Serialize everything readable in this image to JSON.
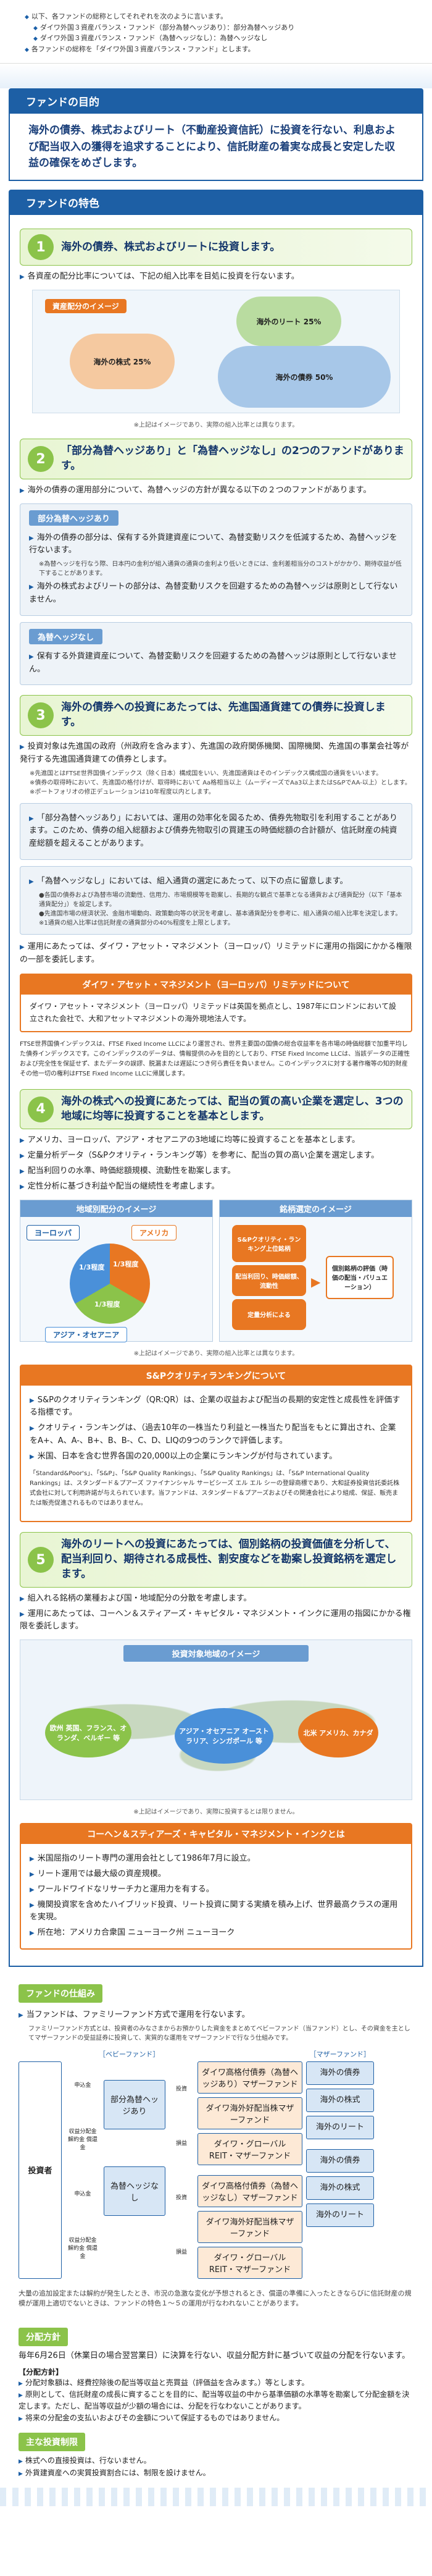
{
  "top_notes": [
    "以下、各ファンドの総称としてそれぞれを次のように言います。",
    "ダイワ外国３資産バランス・ファンド（部分為替ヘッジあり）：部分為替ヘッジあり",
    "ダイワ外国３資産バランス・ファンド（為替ヘッジなし）：為替ヘッジなし",
    "各ファンドの総称を「ダイワ外国３資産バランス・ファンド」とします。"
  ],
  "section_purpose_title": "ファンドの目的",
  "purpose_text": "海外の債券、株式およびリート（不動産投資信託）に投資を行ない、利息および配当収入の獲得を追求することにより、信託財産の着実な成長と安定した収益の確保をめざします。",
  "section_features_title": "ファンドの特色",
  "s1": {
    "num": "1",
    "title": "海外の債券、株式およびリートに投資します。",
    "bullet": "各資産の配分比率については、下記の組入比率を目処に投資を行ないます。",
    "img_tag": "資産配分のイメージ",
    "lbl_reit": "海外のリート 25%",
    "lbl_stock": "海外の株式 25%",
    "lbl_bond": "海外の債券 50%",
    "note": "※上記はイメージであり、実際の組入比率とは異なります。"
  },
  "s2": {
    "num": "2",
    "title": "「部分為替ヘッジあり」と「為替ヘッジなし」の2つのファンドがあります。",
    "bullet": "海外の債券の運用部分について、為替ヘッジの方針が異なる以下の２つのファンドがあります。",
    "box1_title": "部分為替ヘッジあり",
    "box1_b1": "海外の債券の部分は、保有する外貨建資産について、為替変動リスクを低減するため、為替ヘッジを行ないます。",
    "box1_s1": "※為替ヘッジを行なう際、日本円の金利が組入通貨の通貨の金利より低いときには、金利差相当分のコストがかかり、期待収益が低下することがあります。",
    "box1_b2": "海外の株式およびリートの部分は、為替変動リスクを回避するための為替ヘッジは原則として行ないません。",
    "box2_title": "為替ヘッジなし",
    "box2_b1": "保有する外貨建資産について、為替変動リスクを回避するための為替ヘッジは原則として行ないません。"
  },
  "s3": {
    "num": "3",
    "title": "海外の債券への投資にあたっては、先進国通貨建ての債券に投資します。",
    "bullet1": "投資対象は先進国の政府（州政府を含みます）、先進国の政府関係機関、国際機関、先進国の事業会社等が発行する先進国通貨建ての債券とします。",
    "small1": "※先進国とはFTSE世界国債インデックス（除く日本）構成国をいい、先進国通貨はそのインデックス構成国の通貨をいいます。",
    "small2": "※債券の取得時において、先進国の格付けが、取得時において Aa格相当以上（ムーディーズでAa3以上またはS&PでAA-以上）とします。",
    "small3": "※ポートフォリオの修正デュレーションは10年程度以内とします。",
    "bullet2": "「部分為替ヘッジあり」においては、運用の効率化を図るため、債券先物取引を利用することがあります。このため、債券の組入総額および債券先物取引の買建玉の時価総額の合計額が、信託財産の純資産総額を超えることがあります。",
    "bullet3": "「為替ヘッジなし」においては、組入通貨の選定にあたって、以下の点に留意します。",
    "small4": "●各国の債券および為替市場の流動性、信用力、市場規模等を勘案し、長期的な観点で基準となる通貨および通貨配分（以下「基本通貨配分」）を設定します。",
    "small5": "●先進国市場の経済状況、金融市場動向、政策動向等の状況を考慮し、基本通貨配分を参考に、組入通貨の組入比率を決定します。",
    "small6": "※1通貨の組入比率は信託財産の通貨部分の40%程度を上限とします。",
    "bullet4": "運用にあたっては、ダイワ・アセット・マネジメント（ヨーロッパ）リミテッドに運用の指図にかかる権限の一部を委託します。",
    "orange_title": "ダイワ・アセット・マネジメント（ヨーロッパ）リミテッドについて",
    "orange_body": "ダイワ・アセット・マネジメント（ヨーロッパ）リミテッドは英国を拠点とし、1987年にロンドンにおいて設立された会社で、大和アセットマネジメントの海外現地法人です。",
    "fine": "FTSE世界国債インデックスは、FTSE Fixed Income LLCにより運営され、世界主要国の国債の総合収益率を各市場の時価総額で加重平均した債券インデックスです。このインデックスのデータは、情報提供のみを目的としており、FTSE Fixed Income LLCは、当該データの正確性および完全性を保証せず、またデータの誤謬、脱漏または遅延につき何ら責任を負いません。このインデックスに対する著作権等の知的財産その他一切の権利はFTSE Fixed Income LLCに帰属します。"
  },
  "s4": {
    "num": "4",
    "title": "海外の株式への投資にあたっては、配当の質の高い企業を選定し、3つの地域に均等に投資することを基本とします。",
    "bullet1": "アメリカ、ヨーロッパ、アジア・オセアニアの3地域に均等に投資することを基本とします。",
    "bullet2": "定量分析データ（S&Pクオリティ・ランキング等）を参考に、配当の質の高い企業を選定します。",
    "bullet3": "配当利回りの水準、時価総額規模、流動性を勘案します。",
    "bullet4": "定性分析に基づき利益や配当の継続性を考慮します。",
    "img1_title": "地域別配分のイメージ",
    "img2_title": "銘柄選定のイメージ",
    "region_europe": "ヨーロッパ",
    "region_america": "アメリカ",
    "region_asia": "アジア・オセアニア",
    "third": "1/3程度",
    "sel1": "S&Pクオリティ・ランキング上位銘柄",
    "sel2": "配当利回り、時価総額、流動性",
    "sel3": "定量分析による",
    "sel_result": "個別銘柄の評価（時価の配当・バリュエーション）",
    "note": "※上記はイメージであり、実際の組入比率とは異なります。",
    "orange_title": "S&Pクオリティランキングについて",
    "orange_b1": "S&Pのクオリティランキング（QR:QR）は、企業の収益および配当の長期的安定性と成長性を評価する指標です。",
    "orange_b2": "クオリティ・ランキングは、（過去10年の一株当たり利益と一株当たり配当をもとに算出され、企業をA+、A、A-、B+、B、B-、C、D、LIQの9つのランクで評価します。",
    "orange_b3": "米国、日本を含む世界各国の20,000以上の企業にランキングが付与されています。",
    "fine": "「Standard&Poor's」、「S&P」、「S&P Quality Rankings」、「S&P Quality Rankings」は、「S&P International Quality Rankings」は、スタンダード＆プアーズ ファイナンシャル サービシーズ エル エル シーの登録商標であり、大和証券投資信託委託株式会社に対して利用許諾が与えられています。当ファンドは、スタンダード＆プアーズおよびその関連会社により組成、保証、販売または販売促進されるものではありません。"
  },
  "s5": {
    "num": "5",
    "title": "海外のリートへの投資にあたっては、個別銘柄の投資価値を分析して、配当利回り、期待される成長性、割安度などを勘案し投資銘柄を選定します。",
    "bullet1": "組入れる銘柄の業種および国・地域配分の分散を考慮します。",
    "bullet2": "運用にあたっては、コーヘン＆スティアーズ・キャピタル・マネジメント・インクに運用の指図にかかる権限を委託します。",
    "map_title": "投資対象地域のイメージ",
    "map_europe": "欧州 英国、フランス、オランダ、ベルギー 等",
    "map_asia": "アジア・オセアニア オーストラリア、シンガポール 等",
    "map_na": "北米 アメリカ、カナダ",
    "note": "※上記はイメージであり、実際に投資するとは限りません。",
    "orange_title": "コーヘン＆スティアーズ・キャピタル・マネジメント・インクとは",
    "orange_b1": "米国屈指のリート専門の運用会社として1986年7月に設立。",
    "orange_b2": "リート運用では最大級の資産規模。",
    "orange_b3": "ワールドワイドなリサーチ力と運用力を有する。",
    "orange_b4": "機関投資家を含めたハイブリッド投資、リート投資に関する実績を積み上げ、世界最高クラスの運用を実現。",
    "orange_b5": "所在地：アメリカ合衆国 ニューヨーク州 ニューヨーク"
  },
  "structure": {
    "title": "ファンドの仕組み",
    "bullet": "当ファンドは、ファミリーファンド方式で運用を行ないます。",
    "small": "ファミリーファンド方式とは、投資者のみなさまからお預かりした資金をまとめてベビーファンド（当ファンド）とし、その資金を主としてマザーファンドの受益証券に投資して、実質的な運用をマザーファンドで行なう仕組みです。",
    "investor": "投資者",
    "baby_label": "［ベビーファンド］",
    "mother_label": "［マザーファンド］",
    "fund1": "部分為替ヘッジあり",
    "fund2": "為替ヘッジなし",
    "m1": "ダイワ高格付債券（為替ヘッジあり）マザーファンド",
    "m2": "ダイワ海外好配当株マザーファンド",
    "m3": "ダイワ・グローバルREIT・マザーファンド",
    "m4": "ダイワ高格付債券（為替ヘッジなし）マザーファンド",
    "m5": "ダイワ海外好配当株マザーファンド",
    "m6": "ダイワ・グローバルREIT・マザーファンド",
    "t1": "海外の債券",
    "t2": "海外の株式",
    "t3": "海外のリート",
    "arrow_inv": "申込金",
    "arrow_ret": "収益分配金 解約金 償還金",
    "arrow_in": "投資",
    "arrow_out": "損益"
  },
  "note_market": "大量の追加設定または解約が発生したとき、市況の急激な変化が予想されるとき、償還の準備に入ったときならびに信託財産の規模が運用上適切でないときは、ファンドの特色１〜５の運用が行なわれないことがあります。",
  "dist": {
    "title": "分配方針",
    "body": "毎年6月26日（休業日の場合翌営業日）に決算を行ない、収益分配方針に基づいて収益の分配を行ないます。",
    "sub": "【分配方針】",
    "b1": "分配対象額は、経費控除後の配当等収益と売買益（評価益を含みます。）等とします。",
    "b2": "原則として、信託財産の成長に資することを目的に、配当等収益の中から基準価額の水準等を勘案して分配金額を決定します。ただし、配当等収益が少額の場合には、分配を行なわないことがあります。",
    "b3": "将来の分配金の支払いおよびその金額について保証するものではありません。"
  },
  "restrict": {
    "title": "主な投資制限",
    "b1": "株式への直接投資は、行ないません。",
    "b2": "外貨建資産への実質投資割合には、制限を設けません。"
  }
}
